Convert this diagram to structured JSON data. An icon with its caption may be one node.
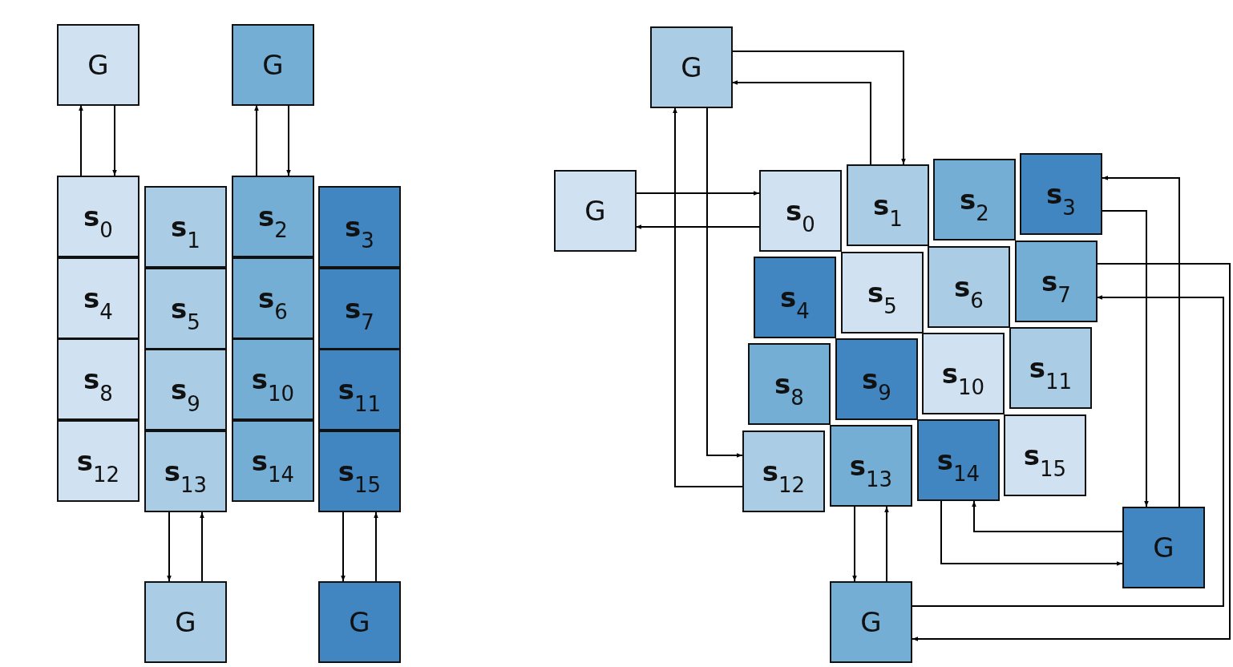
{
  "diagram": {
    "nodes": [
      {
        "text": [
          "G"
        ]
      },
      {
        "text": [
          "G"
        ]
      },
      {
        "text": [
          "s$_{0}$"
        ]
      },
      {
        "text": [
          "s$_{1}$"
        ]
      },
      {
        "text": [
          "s$_{2}$"
        ]
      },
      {
        "text": [
          "s$_{3}$"
        ]
      },
      {
        "text": [
          "s$_{4}$"
        ]
      },
      {
        "text": [
          "s$_{5}$"
        ]
      },
      {
        "text": [
          "s$_{6}$"
        ]
      },
      {
        "text": [
          "s$_{7}$"
        ]
      },
      {
        "text": [
          "s$_{8}$"
        ]
      },
      {
        "text": [
          "s$_{9}$"
        ]
      },
      {
        "text": [
          "s$_{10}$"
        ]
      },
      {
        "text": [
          "s$_{11}$"
        ]
      },
      {
        "text": [
          "s$_{12}$"
        ]
      },
      {
        "text": [
          "s$_{13}$"
        ]
      },
      {
        "text": [
          "s$_{14}$"
        ]
      },
      {
        "text": [
          "s$_{15}$"
        ]
      },
      {
        "text": [
          "G"
        ]
      },
      {
        "text": [
          "G"
        ]
      },
      {
        "text": [
          "G"
        ]
      },
      {
        "text": [
          "G"
        ]
      },
      {
        "text": [
          "s$_{0}$"
        ]
      },
      {
        "text": [
          "s$_{1}$"
        ]
      },
      {
        "text": [
          "s$_{2}$"
        ]
      },
      {
        "text": [
          "s$_{3}$"
        ]
      },
      {
        "text": [
          "s$_{4}$"
        ]
      },
      {
        "text": [
          "s$_{5}$"
        ]
      },
      {
        "text": [
          "s$_{6}$"
        ]
      },
      {
        "text": [
          "s$_{7}$"
        ]
      },
      {
        "text": [
          "s$_{8}$"
        ]
      },
      {
        "text": [
          "s$_{9}$"
        ]
      },
      {
        "text": [
          "s$_{10}$"
        ]
      },
      {
        "text": [
          "s$_{11}$"
        ]
      },
      {
        "text": [
          "s$_{12}$"
        ]
      },
      {
        "text": [
          "s$_{13}$"
        ]
      },
      {
        "text": [
          "s$_{14}$"
        ]
      },
      {
        "text": [
          "s$_{15}$"
        ]
      },
      {
        "text": [
          "G"
        ]
      },
      {
        "text": [
          "G"
        ]
      }
    ],
    "edges": [
      {
        "from": 2,
        "to": 0,
        "arrow": "to"
      },
      {
        "from": 0,
        "to": 2,
        "arrow": "to"
      },
      {
        "from": 4,
        "to": 1,
        "arrow": "to"
      },
      {
        "from": 1,
        "to": 4,
        "arrow": "to"
      },
      {
        "from": 15,
        "to": 18,
        "arrow": "to"
      },
      {
        "from": 18,
        "to": 15,
        "arrow": "to"
      },
      {
        "from": 17,
        "to": 19,
        "arrow": "to"
      },
      {
        "from": 19,
        "to": 17,
        "arrow": "to"
      },
      {
        "from": 20,
        "to": 23,
        "arrow": "to"
      },
      {
        "from": 23,
        "to": 20,
        "arrow": "to"
      },
      {
        "from": 21,
        "to": 22,
        "arrow": "to"
      },
      {
        "from": 22,
        "to": 21,
        "arrow": "to"
      },
      {
        "from": 20,
        "to": 34,
        "arrow": "to"
      },
      {
        "from": 34,
        "to": 20,
        "arrow": "to"
      },
      {
        "from": 25,
        "to": 38,
        "arrow": "to"
      },
      {
        "from": 38,
        "to": 25,
        "arrow": "to"
      },
      {
        "from": 38,
        "to": 36,
        "arrow": "to"
      },
      {
        "from": 36,
        "to": 38,
        "arrow": "to"
      },
      {
        "from": 35,
        "to": 39,
        "arrow": "to"
      },
      {
        "from": 39,
        "to": 35,
        "arrow": "to"
      },
      {
        "from": 29,
        "to": 39,
        "arrow": "to"
      },
      {
        "from": 39,
        "to": 29,
        "arrow": "to"
      }
    ]
  }
}
